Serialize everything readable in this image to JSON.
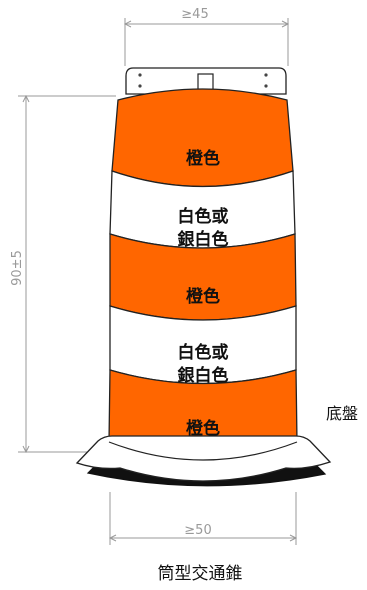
{
  "dimensions": {
    "top_width": "≥45",
    "height": "90±5",
    "bottom_width": "≥50"
  },
  "colors": {
    "orange": "#ff6600",
    "white": "#ffffff",
    "outline": "#222222"
  },
  "bands": [
    {
      "color": "orange",
      "lines": [
        "橙色"
      ]
    },
    {
      "color": "white",
      "lines": [
        "白色或",
        "銀白色"
      ]
    },
    {
      "color": "orange",
      "lines": [
        "橙色"
      ]
    },
    {
      "color": "white",
      "lines": [
        "白色或",
        "銀白色"
      ]
    },
    {
      "color": "orange",
      "lines": [
        "橙色"
      ]
    }
  ],
  "base_label": "底盤",
  "caption": "筒型交通錐"
}
